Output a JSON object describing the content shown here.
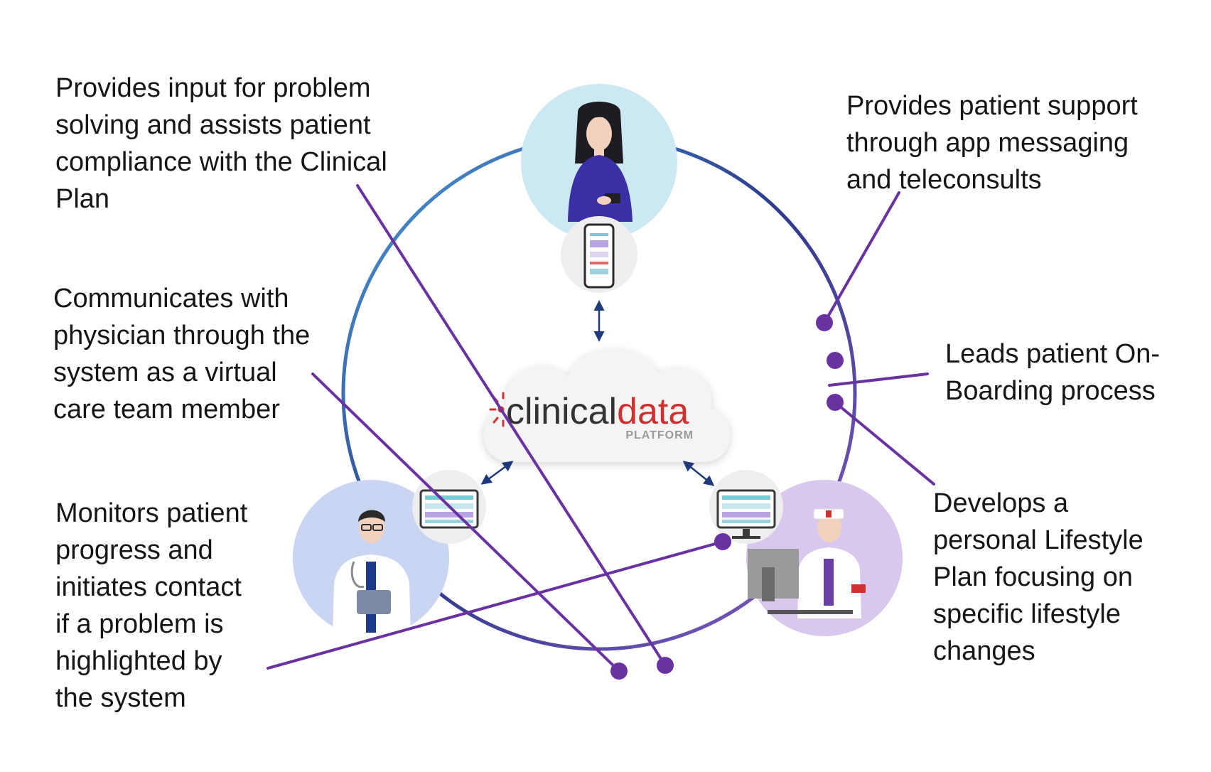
{
  "colors": {
    "accent": "#6a31a0",
    "ring_start": "#4a9fd8",
    "ring_mid": "#2d3a8c",
    "ring_end": "#8a5bc4",
    "logo_dark": "#333333",
    "logo_red": "#d0302f",
    "patient_bg": "#cce8f2",
    "physician_bg": "#c9d5f2",
    "nurse_bg": "#d8c8ee",
    "device_bg": "#eeeeee"
  },
  "logo": {
    "word_clinical": "clinical",
    "word_data": "data",
    "subtitle": "PLATFORM"
  },
  "roles": {
    "patient": {
      "icon": "patient-with-phone-icon",
      "device_icon": "smartphone-app-icon"
    },
    "physician": {
      "icon": "physician-with-tablet-icon",
      "device_icon": "monitor-dashboard-icon"
    },
    "nurse": {
      "icon": "nurse-at-computer-icon",
      "device_icon": "monitor-dashboard-icon"
    }
  },
  "callouts": [
    {
      "id": "input-problem-solving",
      "lines": [
        "Provides input for problem",
        "solving and assists patient",
        "compliance with the Clinical",
        "Plan"
      ]
    },
    {
      "id": "communicates-physician",
      "lines": [
        "Communicates with",
        "physician through the",
        "system as a virtual",
        "care team member"
      ]
    },
    {
      "id": "monitors-progress",
      "lines": [
        "Monitors patient",
        "progress and",
        "initiates contact",
        "if a problem is",
        "highlighted by",
        "the system"
      ]
    },
    {
      "id": "patient-support",
      "lines": [
        "Provides patient support",
        "through app messaging",
        "and teleconsults"
      ]
    },
    {
      "id": "onboarding",
      "lines": [
        "Leads patient On-",
        "Boarding process"
      ]
    },
    {
      "id": "lifestyle-plan",
      "lines": [
        "Develops a",
        "personal Lifestyle",
        "Plan focusing on",
        "specific lifestyle",
        "changes"
      ]
    }
  ]
}
